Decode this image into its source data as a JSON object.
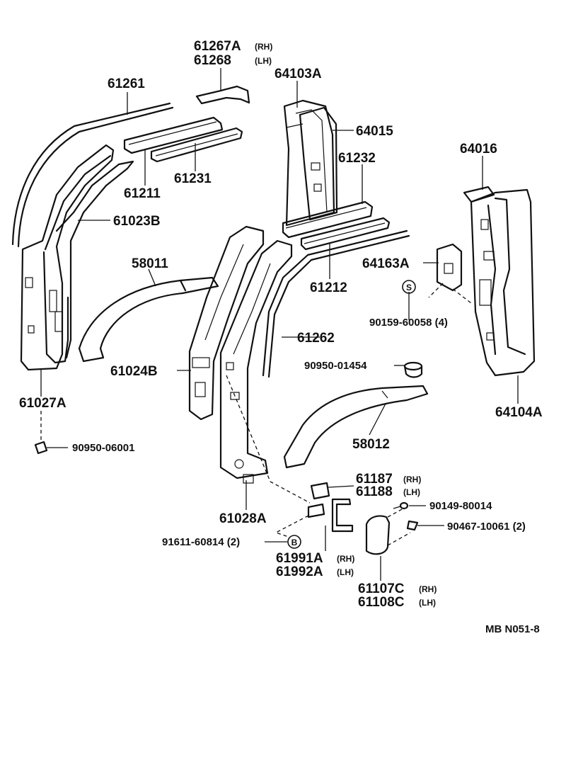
{
  "diagram_code": "MB  N051-8",
  "callouts": {
    "p61267A": "61267A",
    "rh_61267A": "(RH)",
    "p61268": "61268",
    "lh_61268": "(LH)",
    "p61261": "61261",
    "p64103A": "64103A",
    "p64015": "64015",
    "p61211": "61211",
    "p61231": "61231",
    "p61232": "61232",
    "p64016": "64016",
    "p61023B": "61023B",
    "p58011": "58011",
    "p64163A": "64163A",
    "p61212": "61212",
    "badge_s": "S",
    "p90159": "90159-60058 (4)",
    "p61262": "61262",
    "p61024B": "61024B",
    "p90950_01454": "90950-01454",
    "p61027A": "61027A",
    "p64104A": "64104A",
    "p58012": "58012",
    "p90950_06001": "90950-06001",
    "p61187": "61187",
    "rh_61187": "(RH)",
    "p61188": "61188",
    "lh_61188": "(LH)",
    "p61028A": "61028A",
    "p90149": "90149-80014",
    "p90467": "90467-10061 (2)",
    "p91611": "91611-60814 (2)",
    "badge_b": "B",
    "p61991A": "61991A",
    "rh_61991A": "(RH)",
    "p61992A": "61992A",
    "lh_61992A": "(LH)",
    "p61107C": "61107C",
    "rh_61107C": "(RH)",
    "p61108C": "61108C",
    "lh_61108C": "(LH)"
  }
}
